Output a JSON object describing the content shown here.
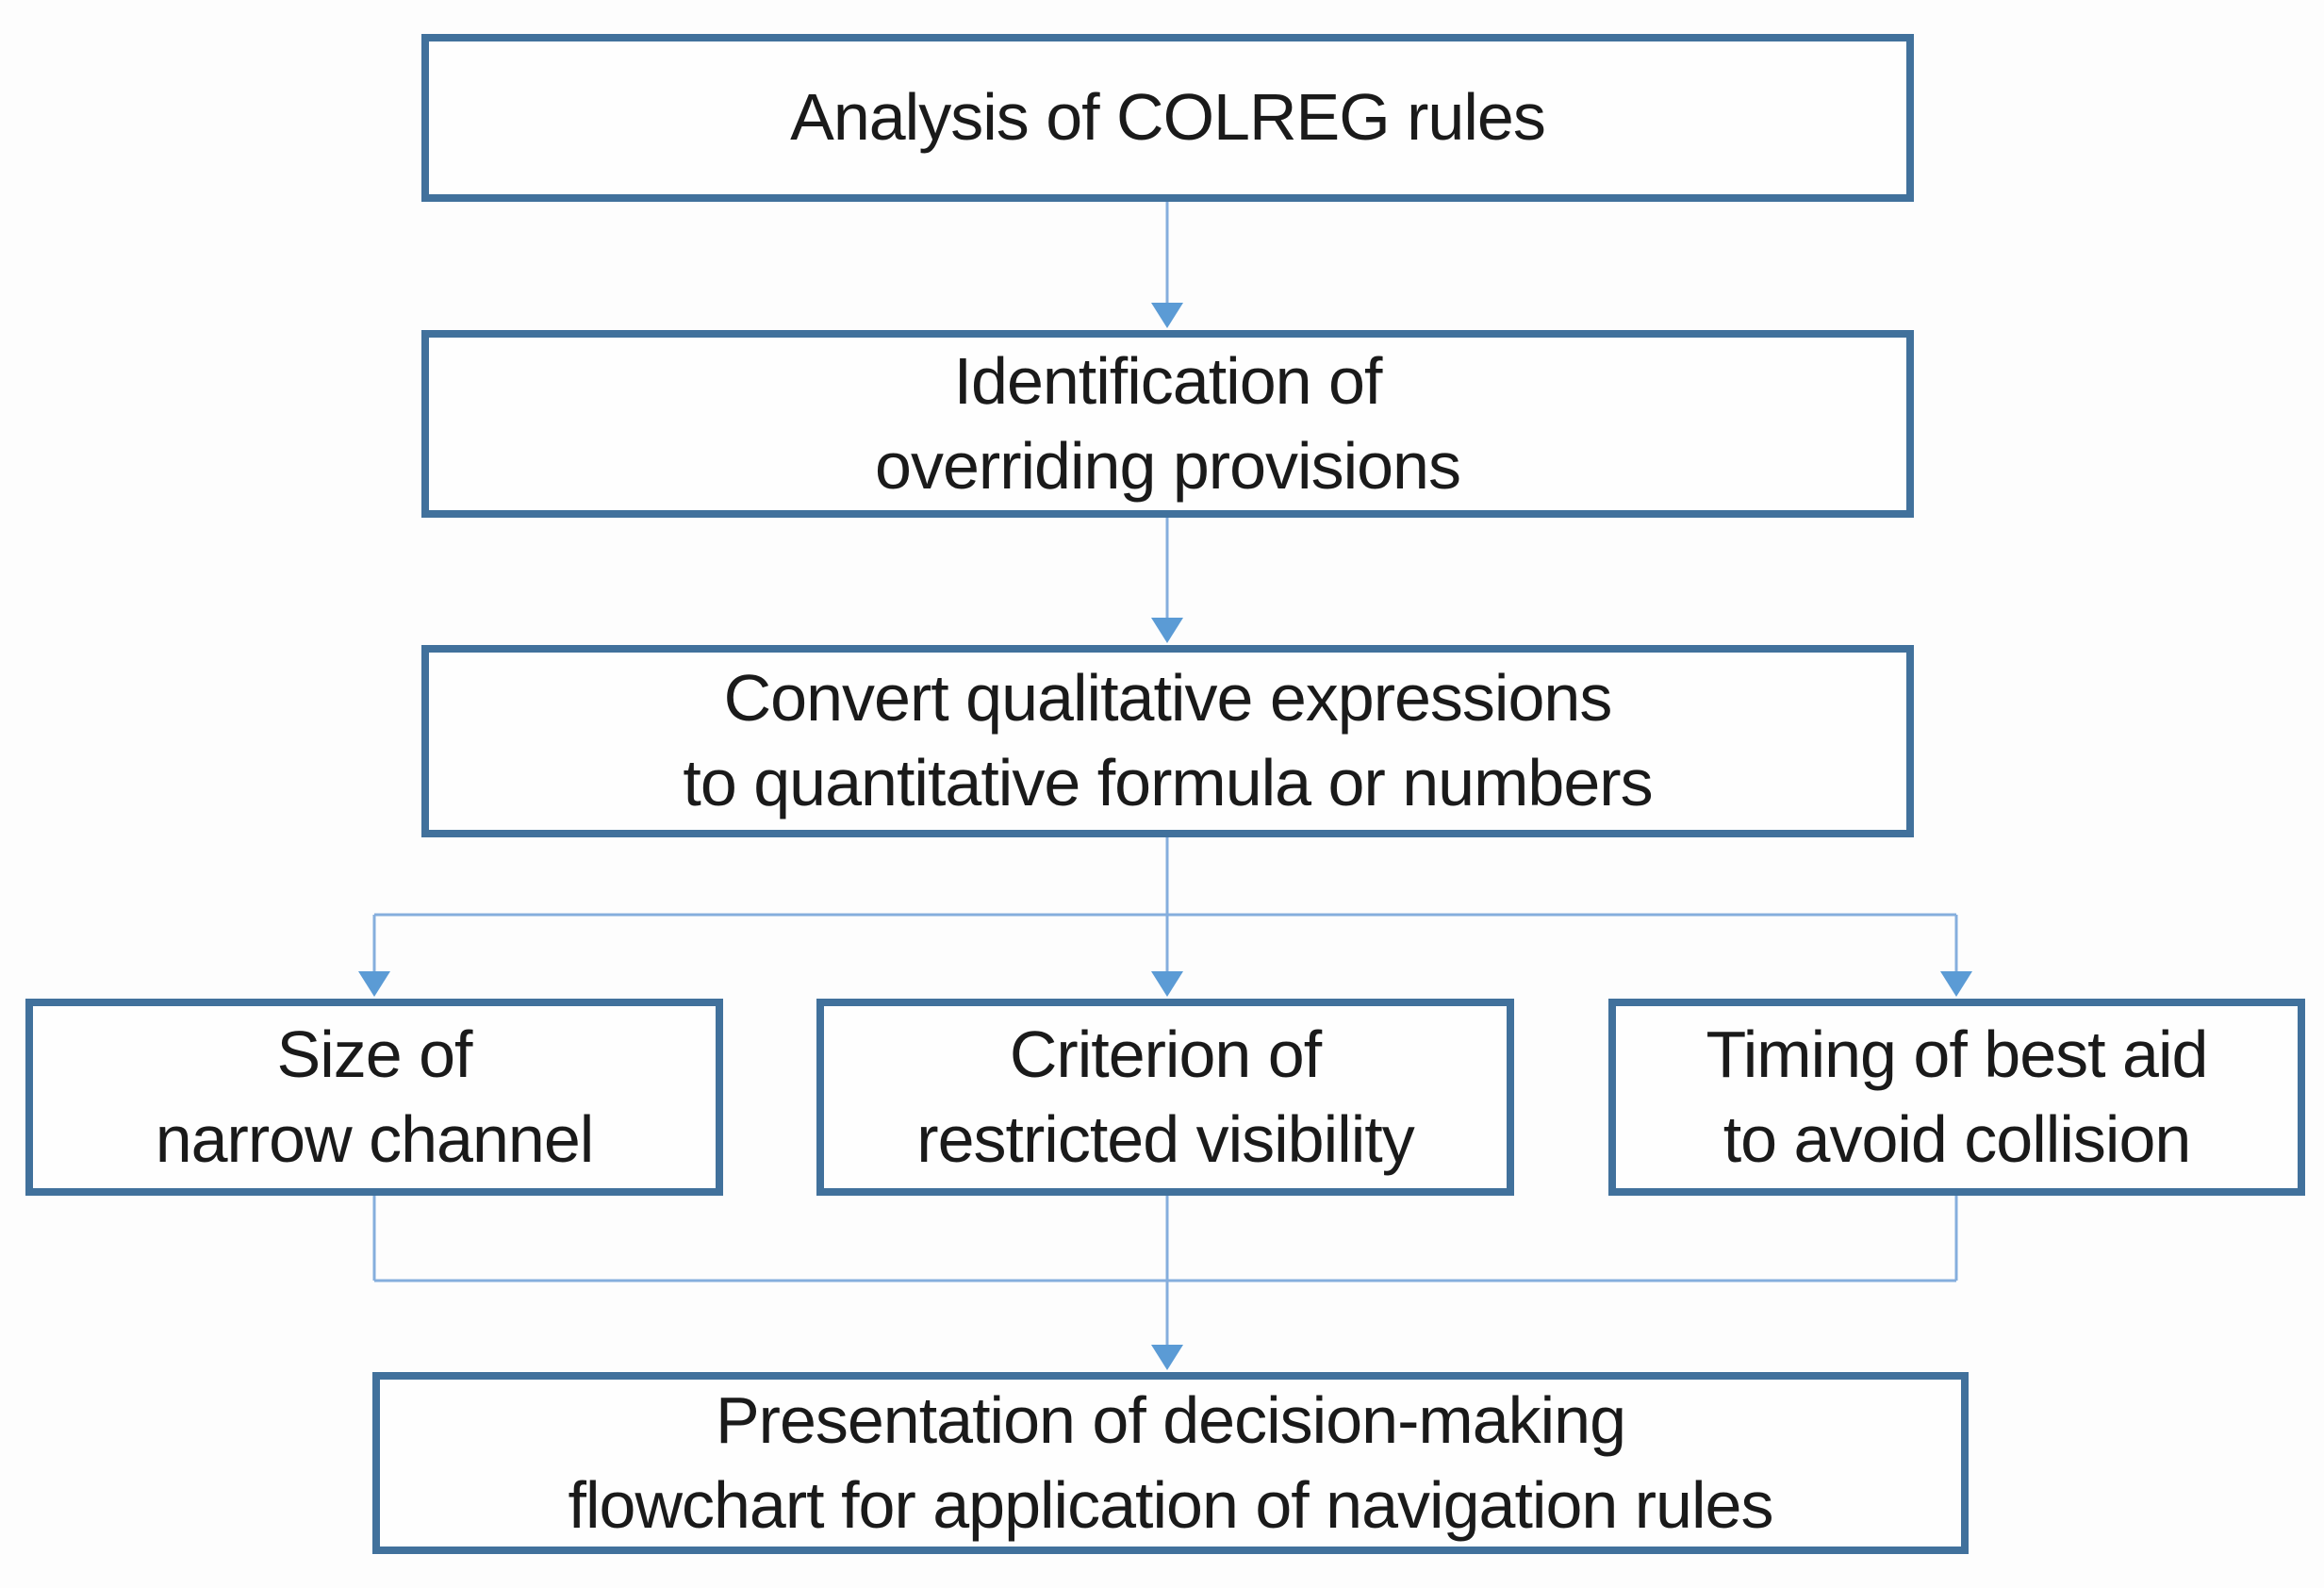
{
  "diagram": {
    "type": "flowchart",
    "colors": {
      "box_border": "#41719c",
      "box_fill": "#fefefe",
      "connector_line": "#85aedd",
      "arrowhead": "#5b9bd5",
      "text": "#1a1a1a",
      "background": "#fdfdfd"
    },
    "nodes": {
      "analysis": {
        "line1": "Analysis of COLREG rules"
      },
      "identification": {
        "line1": "Identification of",
        "line2": "overriding provisions"
      },
      "convert": {
        "line1": "Convert qualitative expressions",
        "line2": "to quantitative formula or numbers"
      },
      "narrow_channel": {
        "line1": "Size of",
        "line2": "narrow channel"
      },
      "restricted_visibility": {
        "line1": "Criterion of",
        "line2": "restricted visibility"
      },
      "best_aid": {
        "line1": "Timing of best aid",
        "line2": "to avoid collision"
      },
      "presentation": {
        "line1": "Presentation of decision-making",
        "line2": "flowchart for application of navigation rules"
      }
    },
    "edges": [
      {
        "from": "analysis",
        "to": "identification"
      },
      {
        "from": "identification",
        "to": "convert"
      },
      {
        "from": "convert",
        "to": "narrow_channel"
      },
      {
        "from": "convert",
        "to": "restricted_visibility"
      },
      {
        "from": "convert",
        "to": "best_aid"
      },
      {
        "from": "narrow_channel",
        "to": "presentation"
      },
      {
        "from": "restricted_visibility",
        "to": "presentation"
      },
      {
        "from": "best_aid",
        "to": "presentation"
      }
    ]
  }
}
